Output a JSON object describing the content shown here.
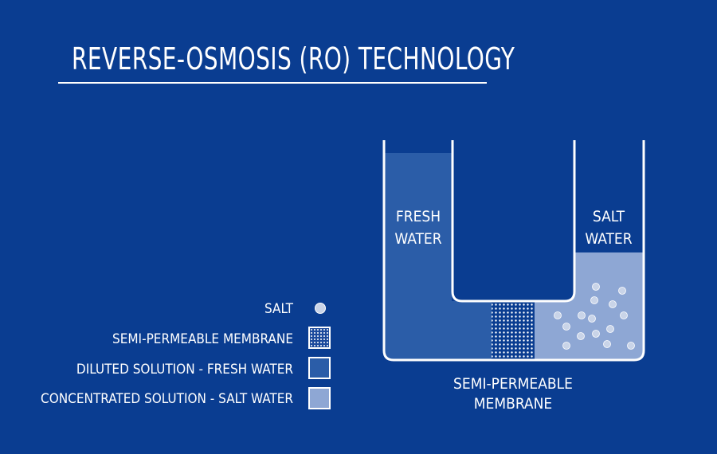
{
  "title": "REVERSE-OSMOSIS (RO) TECHNOLOGY",
  "legend": {
    "salt": "SALT",
    "membrane": "SEMI-PERMEABLE MEMBRANE",
    "diluted": "DILUTED SOLUTION - FRESH WATER",
    "concentrated": "CONCENTRATED SOLUTION - SALT WATER"
  },
  "diagram": {
    "fresh_label_line1": "FRESH",
    "fresh_label_line2": "WATER",
    "salt_label_line1": "SALT",
    "salt_label_line2": "WATER",
    "membrane_caption_line1": "SEMI-PERMEABLE",
    "membrane_caption_line2": "MEMBRANE"
  },
  "colors": {
    "background": "#0a3d91",
    "fresh_water": "#2b5da8",
    "salt_water": "#8ea7d4",
    "outline": "#ffffff"
  }
}
